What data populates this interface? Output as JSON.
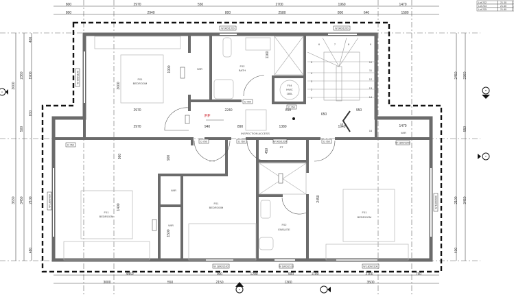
{
  "title_table": {
    "rows": [
      [
        "Lot 232",
        "21.30",
        "30"
      ],
      [
        "Lot 233",
        "21.60",
        "30"
      ],
      [
        "Lot 235",
        "21.80",
        "30"
      ]
    ]
  },
  "dimensions": {
    "top_row1": [
      "800",
      "2970",
      "550",
      "2700",
      "1960",
      "1470"
    ],
    "top_row2": [
      "800",
      "2940",
      "800",
      "2580",
      "800",
      "640",
      "1580"
    ],
    "bottom_row1": [
      "4460",
      "900",
      "1200",
      "900",
      "1100",
      "2100",
      "760"
    ],
    "bottom_row2": [
      "3000",
      "550",
      "2150",
      "1360",
      "3500"
    ],
    "left": [
      "3000",
      "2360",
      "1900",
      "3630",
      "3450",
      "2100",
      "400",
      "500",
      "810",
      "480"
    ],
    "right": [
      "2450",
      "2360",
      "550",
      "2100",
      "3450",
      "400"
    ],
    "interior": [
      "2970",
      "2970",
      "2240",
      "940",
      "890",
      "1380",
      "650",
      "950",
      "810",
      "1900",
      "1160",
      "3000",
      "900",
      "960",
      "1400",
      "1500",
      "450",
      "2450",
      "1470",
      "1940"
    ]
  },
  "rooms": [
    {
      "code": "F01",
      "name": "BEDROOM"
    },
    {
      "code": "",
      "name": "WIR"
    },
    {
      "code": "F02",
      "name": "BATH"
    },
    {
      "code": "F04",
      "name": "HWC",
      "extra": "180L"
    },
    {
      "code": "F01",
      "name": "BEDROOM"
    },
    {
      "code": "",
      "name": "WIR"
    },
    {
      "code": "",
      "name": "WIR"
    },
    {
      "code": "F01",
      "name": "BEDROOM"
    },
    {
      "code": "F02",
      "name": "ENSUITE"
    },
    {
      "code": "F01",
      "name": "BEDROOM"
    },
    {
      "code": "",
      "name": "ST"
    },
    {
      "code": "",
      "name": "WIR"
    }
  ],
  "annotations": {
    "ff": "FF",
    "inspection": "INSPECTION ACCESS",
    "stair_numbers": [
      "1",
      "2",
      "3",
      "4",
      "5",
      "6",
      "7",
      "8",
      "9",
      "10",
      "11",
      "12",
      "13",
      "14",
      "15",
      "16"
    ]
  },
  "tags": {
    "doors": [
      "D 760",
      "D 760",
      "D 760",
      "D 760",
      "D 760",
      "D 760"
    ],
    "windows": [
      "W 900/1200",
      "W 900/1200",
      "W 900/1200",
      "W 1800/1200",
      "W 1800/2100",
      "W 1800/2100",
      "W 1800/2100",
      "W 900/2100",
      "W 1800/900",
      "W 1800/900"
    ]
  },
  "section_markers": [
    "A",
    "B",
    "C",
    "D"
  ]
}
